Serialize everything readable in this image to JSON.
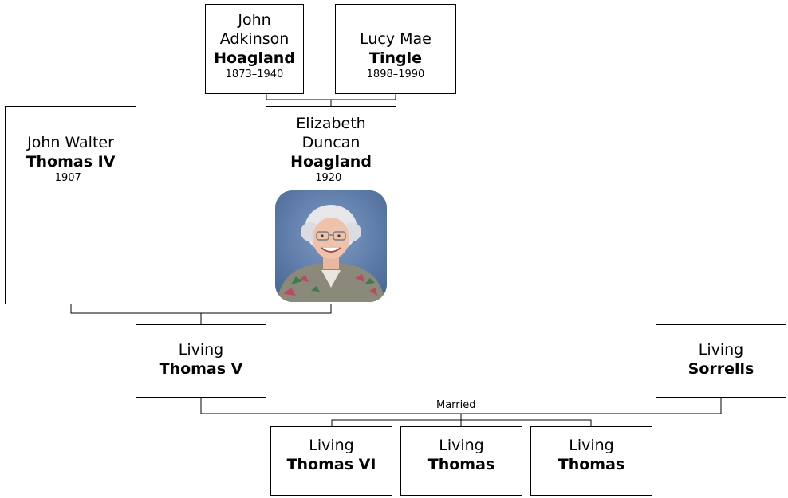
{
  "people": {
    "john_adkinson": {
      "given_1": "John",
      "given_2": "Adkinson",
      "surname": "Hoagland",
      "dates": "1873–1940"
    },
    "lucy_mae": {
      "given_1": "Lucy Mae",
      "surname": "Tingle",
      "dates": "1898–1990"
    },
    "john_walter": {
      "given_1": "John Walter",
      "surname": "Thomas IV",
      "dates": "1907–"
    },
    "elizabeth": {
      "given_1": "Elizabeth",
      "given_2": "Duncan",
      "surname": "Hoagland",
      "dates": "1920–"
    },
    "living_thomas_v": {
      "given_1": "Living",
      "surname": "Thomas V"
    },
    "living_sorrells": {
      "given_1": "Living",
      "surname": "Sorrells"
    },
    "living_thomas_vi": {
      "given_1": "Living",
      "surname": "Thomas VI"
    },
    "living_thomas_a": {
      "given_1": "Living",
      "surname": "Thomas"
    },
    "living_thomas_b": {
      "given_1": "Living",
      "surname": "Thomas"
    }
  },
  "relations": {
    "married_label": "Married"
  },
  "colors": {
    "line": "#000000",
    "box_border": "#000000",
    "photo_backdrop": "#5a79a8"
  },
  "icons": {
    "portrait": "elderly-woman-portrait-icon"
  }
}
